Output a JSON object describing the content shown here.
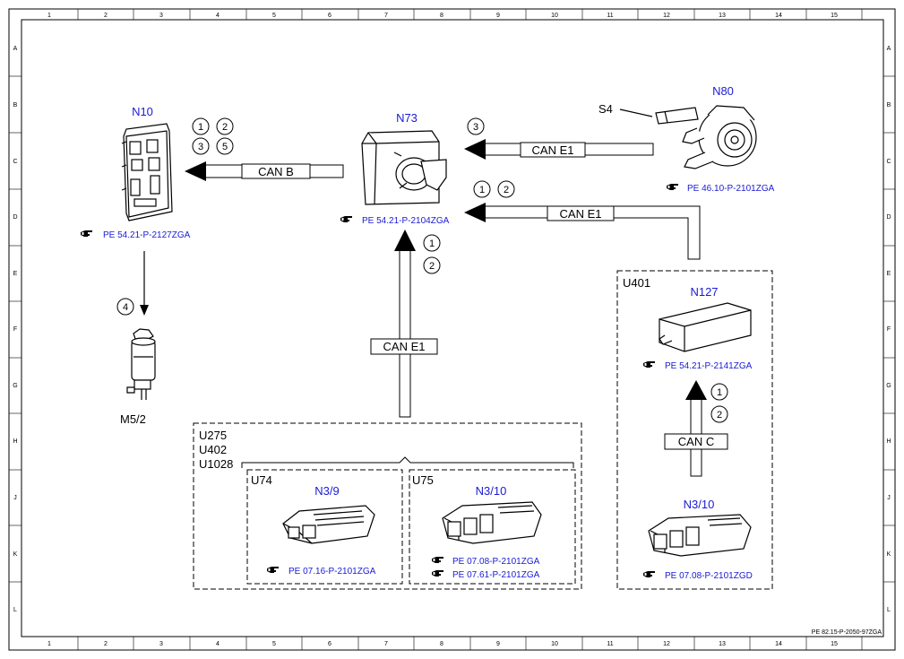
{
  "grid": {
    "columns": [
      "1",
      "2",
      "3",
      "4",
      "5",
      "6",
      "7",
      "8",
      "9",
      "10",
      "11",
      "12",
      "13",
      "14",
      "15"
    ],
    "rows": [
      "A",
      "B",
      "C",
      "D",
      "E",
      "F",
      "G",
      "H",
      "J",
      "K",
      "L"
    ]
  },
  "components": {
    "n10": {
      "label": "N10",
      "ref": "PE 54.21-P-2127ZGA"
    },
    "n73": {
      "label": "N73",
      "ref": "PE 54.21-P-2104ZGA"
    },
    "n80": {
      "label": "N80",
      "s4": "S4",
      "ref": "PE 46.10-P-2101ZGA"
    },
    "m52": {
      "label": "M5/2"
    },
    "n127": {
      "label": "N127",
      "ref": "PE 54.21-P-2141ZGA"
    },
    "u401": {
      "label": "U401"
    },
    "n310_right": {
      "label": "N3/10",
      "ref": "PE 07.08-P-2101ZGD"
    },
    "u_group": {
      "line1": "U275",
      "line2": "U402",
      "line3": "U1028"
    },
    "u74": {
      "label": "U74",
      "component": "N3/9",
      "ref": "PE 07.16-P-2101ZGA"
    },
    "u75": {
      "label": "U75",
      "component": "N3/10",
      "ref1": "PE 07.08-P-2101ZGA",
      "ref2": "PE 07.61-P-2101ZGA"
    }
  },
  "buses": {
    "can_b": "CAN B",
    "can_e1_top": "CAN E1",
    "can_e1_mid": "CAN E1",
    "can_e1_vertical": "CAN E1",
    "can_c": "CAN C"
  },
  "signals": {
    "n10_set": [
      "1",
      "2",
      "3",
      "5"
    ],
    "n80_to_n73": [
      "3"
    ],
    "n127_to_n73": [
      "1",
      "2"
    ],
    "engine_to_n73": [
      "1",
      "2"
    ],
    "n10_to_m52": [
      "4"
    ],
    "n310_to_n127": [
      "1",
      "2"
    ]
  },
  "footer": {
    "doc_ref": "PE 82.15-P-2050-97ZGA"
  },
  "colors": {
    "component_label": "#1a1ad6",
    "line": "#000000"
  }
}
